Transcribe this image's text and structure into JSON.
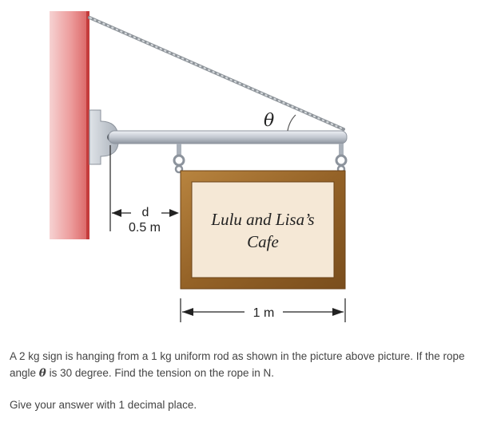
{
  "figure": {
    "theta_symbol": "θ",
    "distance_d_label": "d",
    "distance_d_value": "0.5 m",
    "sign_line1": "Lulu and Lisa’s",
    "sign_line2": "Cafe",
    "width_label": "1 m",
    "colors": {
      "wall": "#e06a6a",
      "wall_edge": "#b83a3a",
      "rod": "#c9ced6",
      "frame": "#9a6a30",
      "sign_face": "#f3e7d6",
      "rope": "#9aa0a6"
    }
  },
  "problem": {
    "part1": "A 2 kg sign is hanging from a 1 kg uniform rod as shown in the picture above picture. If the rope angle ",
    "theta": "θ",
    "part2": " is 30 degree. Find the tension on the rope in N."
  },
  "instruction": "Give your answer with 1 decimal place."
}
